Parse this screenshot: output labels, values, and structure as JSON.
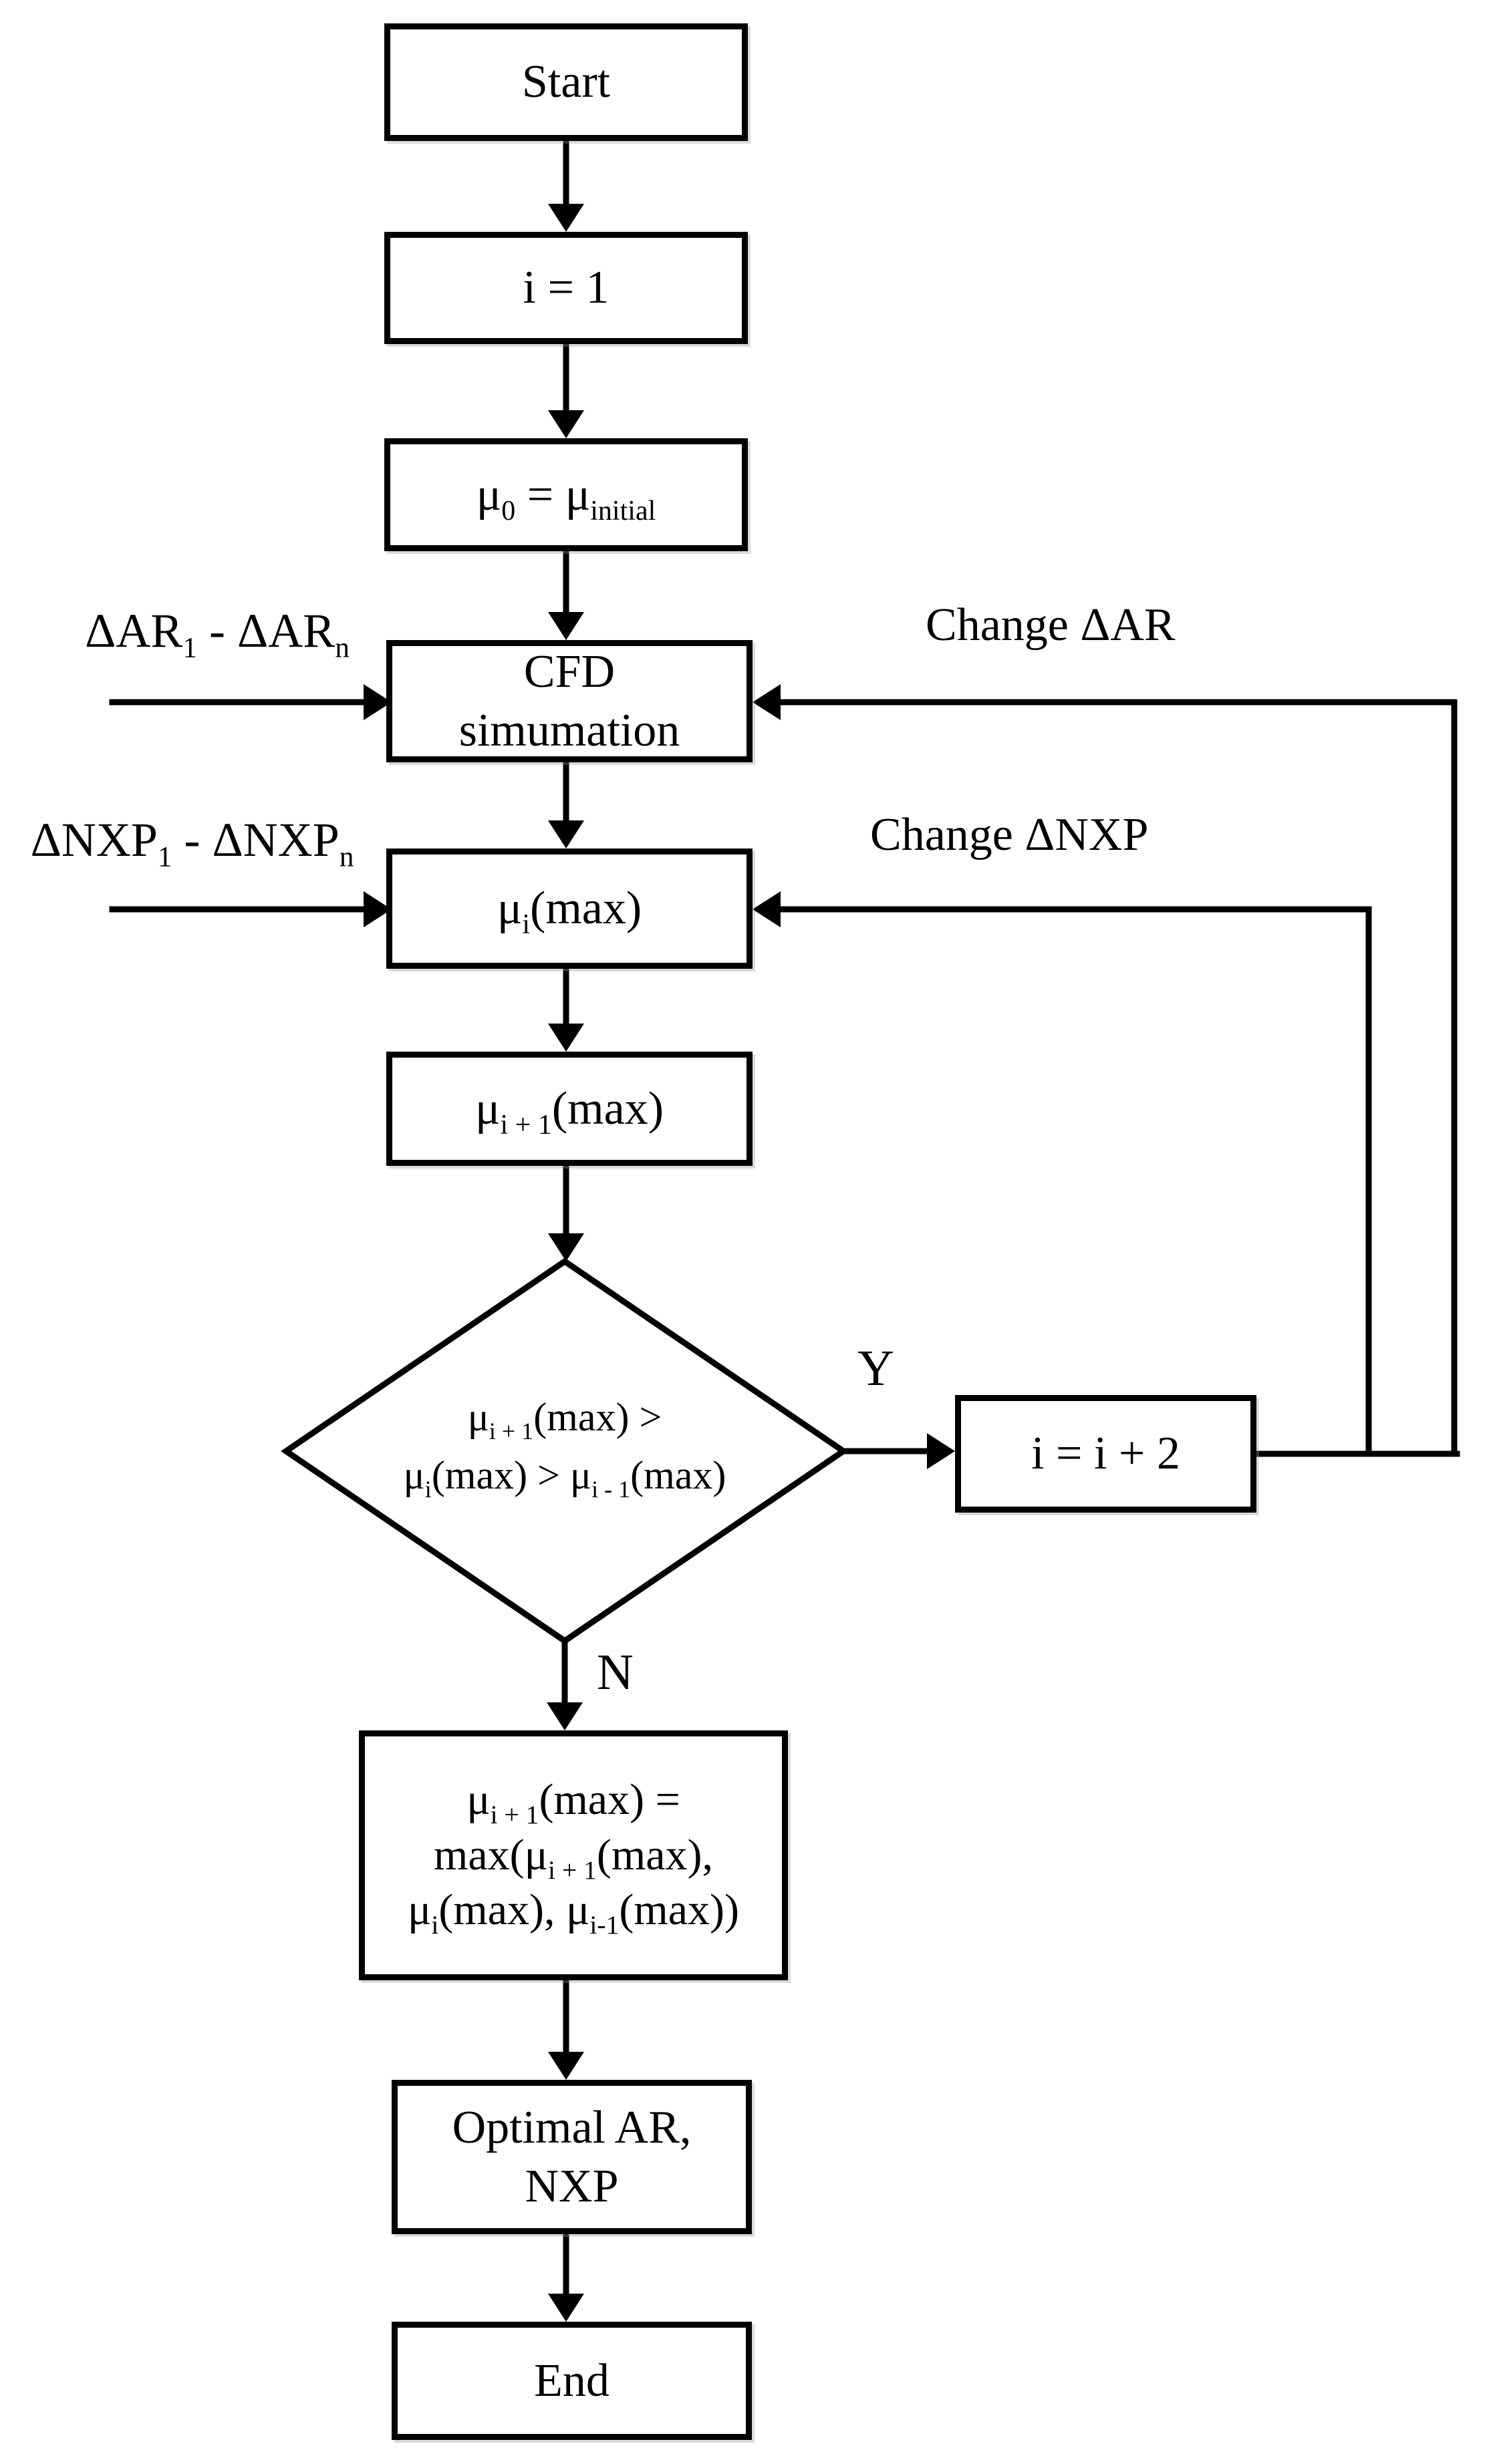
{
  "nodes": {
    "start": {
      "label": "Start"
    },
    "init_i": {
      "label": "i = 1"
    },
    "init_mu": {
      "t1": "μ",
      "s1": "0",
      "t2": " = μ",
      "s2": "initial"
    },
    "cfd": {
      "line1": "CFD",
      "line2": "simumation"
    },
    "mu_i": {
      "t1": "μ",
      "s1": "i",
      "t2": "(max)"
    },
    "mu_i_plus_1": {
      "t1": "μ",
      "s1": "i + 1",
      "t2": "(max)"
    },
    "decision": {
      "l1_t1": "μ",
      "l1_s1": "i + 1",
      "l1_t2": "(max) >",
      "l2_t1": "μ",
      "l2_s1": "i",
      "l2_t2": "(max) > μ",
      "l2_s2": "i - 1",
      "l2_t3": "(max)"
    },
    "increment": {
      "label": "i = i + 2"
    },
    "assign": {
      "l1_t1": "μ",
      "l1_s1": "i + 1",
      "l1_t2": "(max) =",
      "l2_t1": "max(μ",
      "l2_s1": "i + 1",
      "l2_t2": "(max),",
      "l3_t1": "μ",
      "l3_s1": "i",
      "l3_t2": "(max), μ",
      "l3_s2": "i-1",
      "l3_t3": "(max))"
    },
    "optimal": {
      "line1": "Optimal AR,",
      "line2": "NXP"
    },
    "end": {
      "label": "End"
    }
  },
  "labels": {
    "ar_range": {
      "t1": "ΔAR",
      "s1": "1",
      "t2": " - ΔAR",
      "s2": "n"
    },
    "nxp_range": {
      "t1": "ΔNXP",
      "s1": "1",
      "t2": " - ΔNXP",
      "s2": "n"
    },
    "change_ar": "Change ΔAR",
    "change_nxp": "Change ΔNXP",
    "yes": "Y",
    "no": "N"
  },
  "colors": {
    "line": "#000000",
    "fill": "#ffffff"
  }
}
